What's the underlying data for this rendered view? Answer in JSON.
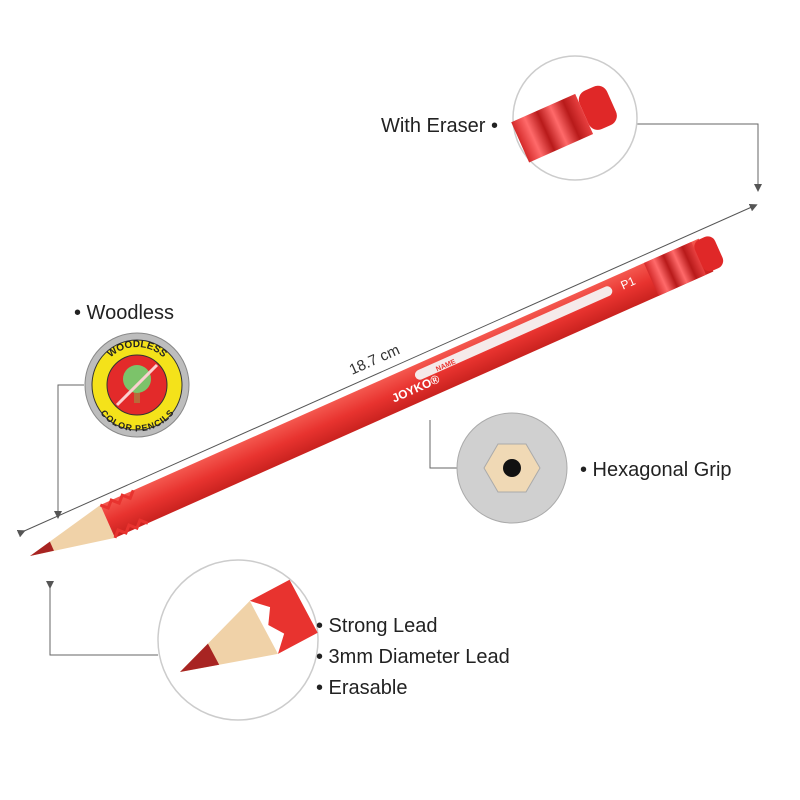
{
  "features": {
    "eraser": "With Eraser •",
    "woodless": "• Woodless",
    "hexagonal": "• Hexagonal Grip",
    "lead_items": [
      "• Strong Lead",
      "• 3mm Diameter Lead",
      "• Erasable"
    ]
  },
  "dimension": "18.7 cm",
  "pencil": {
    "brand": "JOYKO®",
    "name_label": "NAME",
    "model": "P1"
  },
  "badge": {
    "top_text": "WOODLESS",
    "bottom_text": "COLOR PENCILS"
  },
  "colors": {
    "pencil_red": "#e8332f",
    "lead_red": "#a82422",
    "wood": "#f0d2a8",
    "badge_yellow": "#f4e21a",
    "badge_gray": "#bdbdbd"
  }
}
